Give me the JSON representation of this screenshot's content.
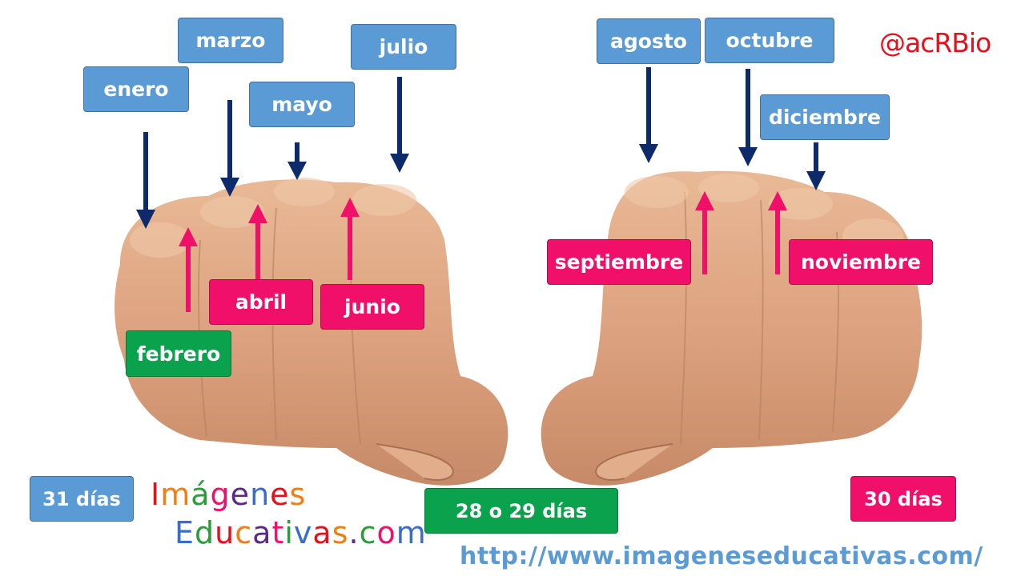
{
  "watermark": "@acRBio",
  "months": {
    "enero": "enero",
    "febrero": "febrero",
    "marzo": "marzo",
    "abril": "abril",
    "mayo": "mayo",
    "junio": "junio",
    "julio": "julio",
    "agosto": "agosto",
    "septiembre": "septiembre",
    "octubre": "octubre",
    "noviembre": "noviembre",
    "diciembre": "diciembre"
  },
  "legend": {
    "days31": "31 días",
    "days28_29": "28 o 29 días",
    "days30": "30 días"
  },
  "brand": {
    "line1": "Imágenes",
    "line2": "Educativas.com",
    "url": "http://www.imageneseducativas.com/"
  },
  "colors": {
    "days31": "#5b9bd5",
    "days30": "#f0106a",
    "days28_29": "#0aa24c",
    "arrow_down": "#0d2a6b",
    "arrow_up": "#f0106a"
  }
}
